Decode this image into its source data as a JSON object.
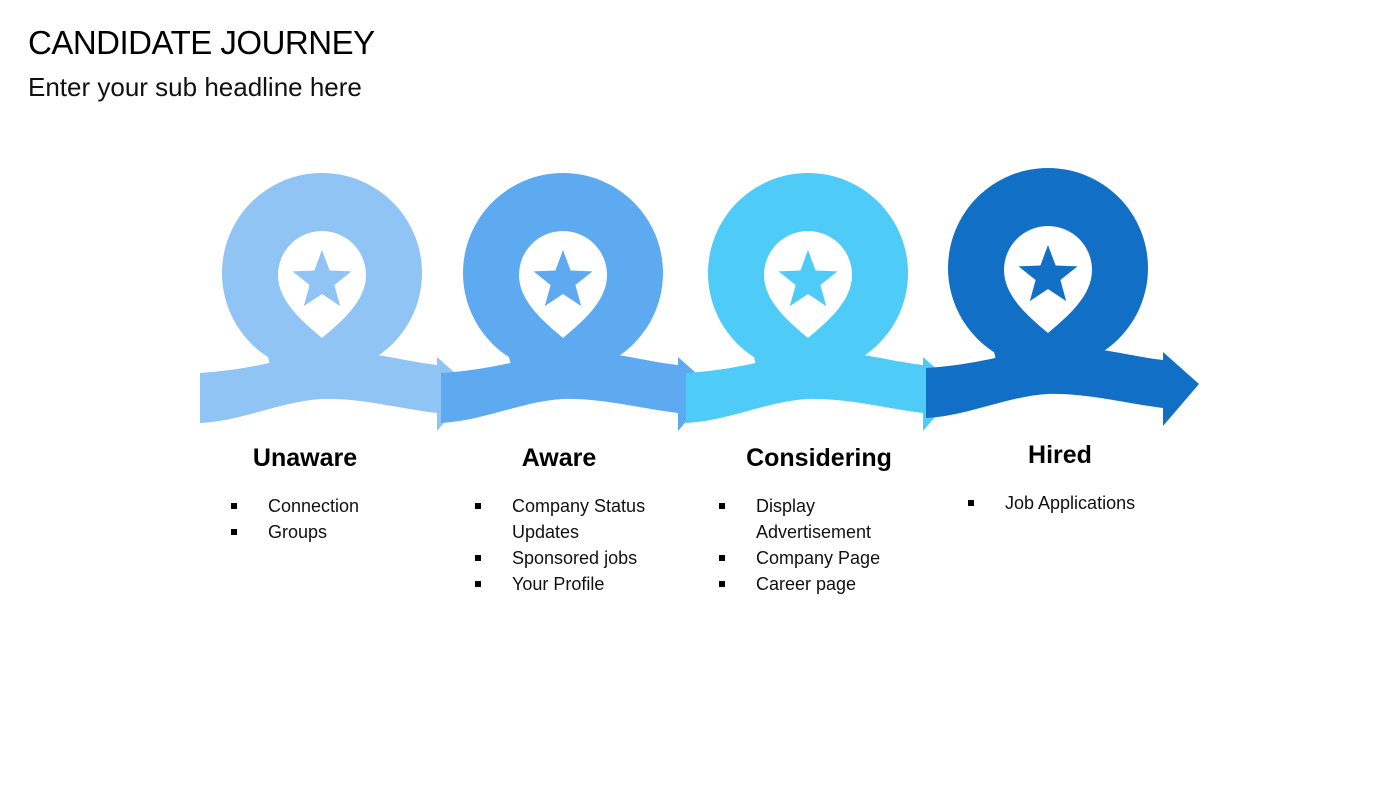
{
  "header": {
    "title": "CANDIDATE JOURNEY",
    "subtitle": "Enter your sub headline here"
  },
  "stages": [
    {
      "title": "Unaware",
      "color": "#90C4F5",
      "icon": "star-icon",
      "items": [
        "Connection",
        "Groups"
      ]
    },
    {
      "title": "Aware",
      "color": "#5DAAF0",
      "icon": "star-icon",
      "items": [
        "Company Status Updates",
        "Sponsored jobs",
        "Your Profile"
      ]
    },
    {
      "title": "Considering",
      "color": "#4FCBF8",
      "icon": "star-icon",
      "items": [
        "Display Advertisement",
        "Company Page",
        "Career page"
      ]
    },
    {
      "title": "Hired",
      "color": "#1170C6",
      "icon": "star-icon",
      "items": [
        "Job Applications"
      ]
    }
  ]
}
